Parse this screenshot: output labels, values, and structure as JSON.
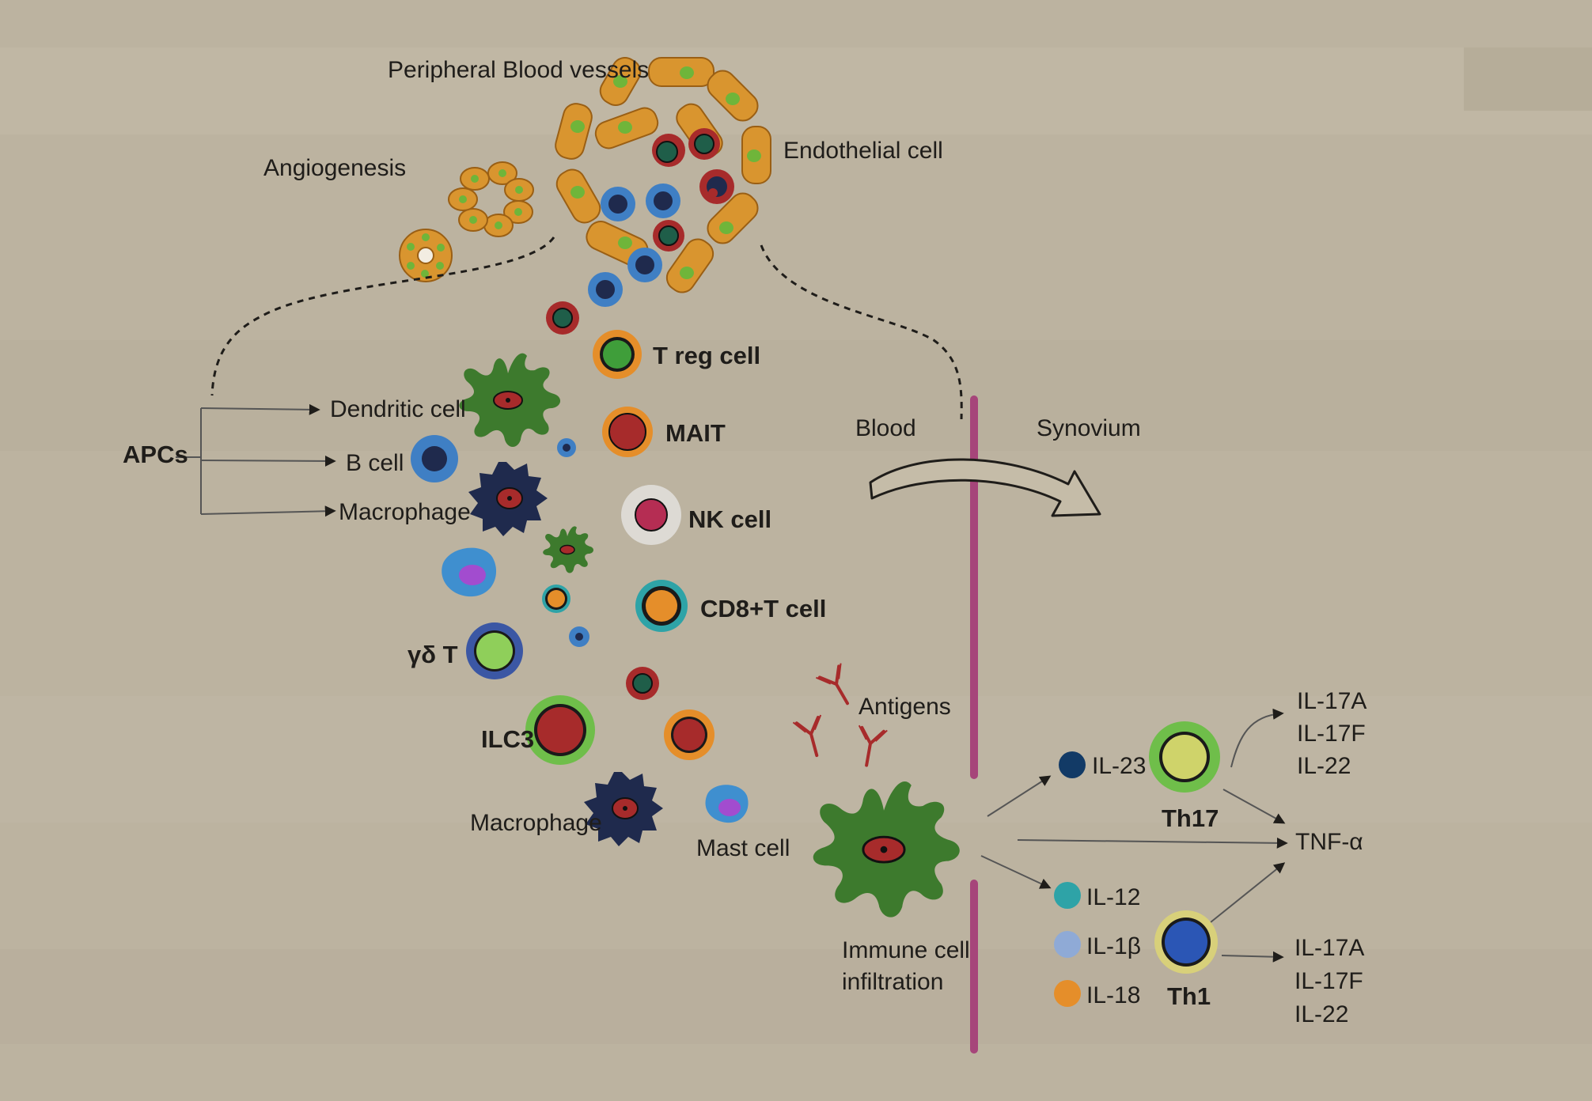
{
  "labels": {
    "peripheral_blood_vessels": "Peripheral Blood vessels",
    "angiogenesis": "Angiogenesis",
    "endothelial_cell": "Endothelial cell",
    "t_reg_cell": "T reg cell",
    "mait": "MAIT",
    "nk_cell": "NK cell",
    "cd8_t_cell": "CD8+T cell",
    "gamma_delta_t": "γδ T",
    "ilc3": "ILC3",
    "apcs": "APCs",
    "dendritic_cell": "Dendritic cell",
    "b_cell": "B cell",
    "macrophage_left": "Macrophage",
    "macrophage_bottom": "Macrophage",
    "mast_cell": "Mast cell",
    "blood": "Blood",
    "synovium": "Synovium",
    "antigens": "Antigens",
    "immune_cell_infiltration_1": "Immune cell",
    "immune_cell_infiltration_2": "infiltration",
    "il_23": "IL-23",
    "il_12": "IL-12",
    "il_1b": "IL-1β",
    "il_18": "IL-18",
    "th17": "Th17",
    "th1": "Th1",
    "tnf_a": "TNF-α",
    "th17_il_17a": "IL-17A",
    "th17_il_17f": "IL-17F",
    "th17_il_22": "IL-22",
    "th1_il_17a": "IL-17A",
    "th1_il_17f": "IL-17F",
    "th1_il_22": "IL-22"
  },
  "colors": {
    "background": "#bcb3a0",
    "endothelial": "#d9952f",
    "endothelial_nucleus": "#6fb53a",
    "barrier": "#a6457a",
    "dendritic": "#3d7a2d",
    "macrophage": "#1f2a4d",
    "red_cell": "#a72b2b",
    "orange_ring": "#e58e2a",
    "blue_cell": "#3f7fc4",
    "il23": "#123a66",
    "il12": "#2ea3a7",
    "il1b": "#8faad6",
    "il18": "#e58e2a",
    "th17_fill": "#cfd36a",
    "th1_fill": "#2b56b5"
  }
}
